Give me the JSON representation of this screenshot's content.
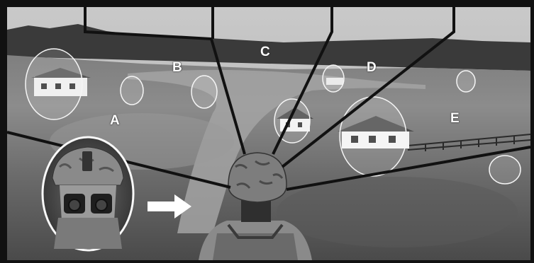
{
  "figure": {
    "zone_labels": {
      "a": "A",
      "b": "B",
      "c": "C",
      "d": "D",
      "e": "E"
    }
  }
}
